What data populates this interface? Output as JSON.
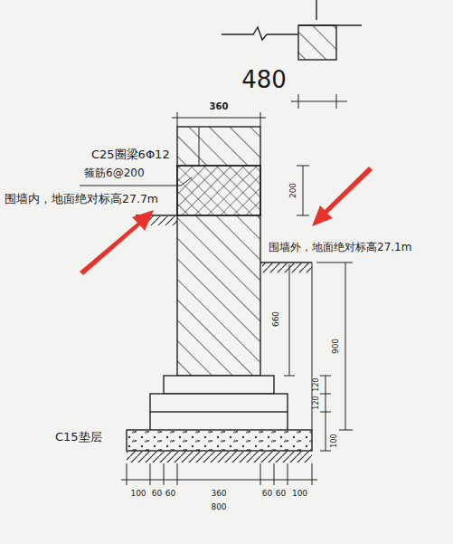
{
  "diagram": {
    "labels": [
      "480",
      "360",
      "C25圈梁6Φ12",
      "箍筋6@200",
      "围墙内，地面绝对标高27.7m",
      "200",
      "围墙外，地面绝对标高27.1m",
      "660",
      "900",
      "120",
      "120",
      "100",
      "C15垫层",
      "100",
      "60",
      "60",
      "360",
      "60",
      "60",
      "100",
      "800"
    ]
  }
}
